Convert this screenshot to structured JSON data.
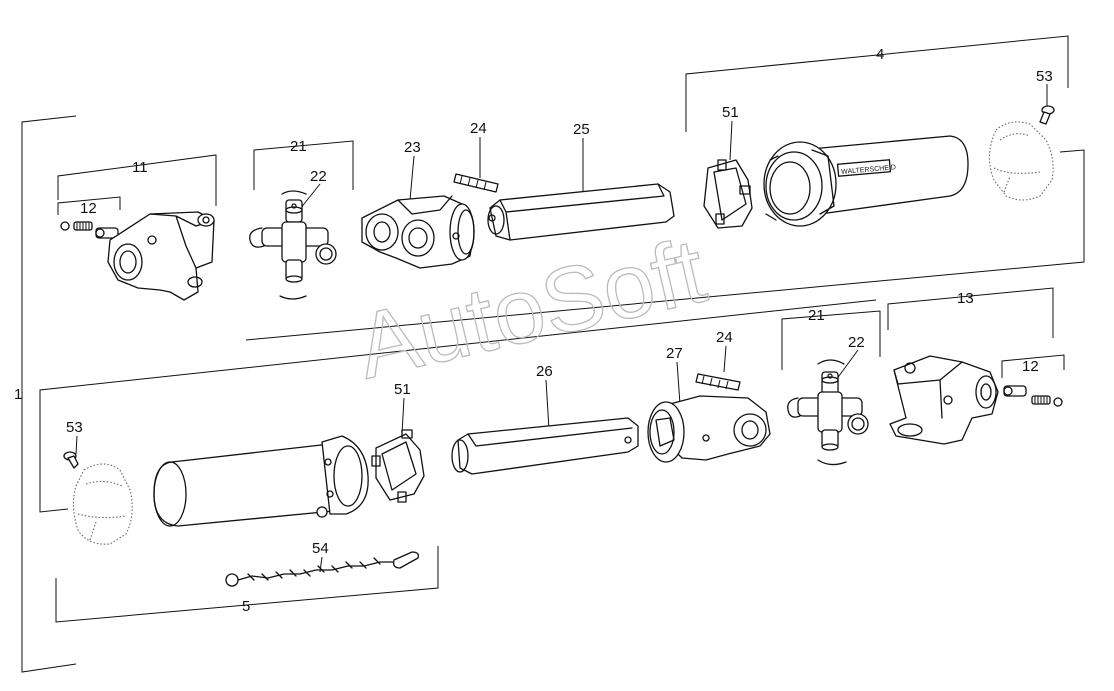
{
  "watermark": "AutoSoft",
  "brand_marking": "WALTERSCHEID",
  "labels": {
    "l1": "1",
    "l4": "4",
    "l5": "5",
    "l11": "11",
    "l12a": "12",
    "l12b": "12",
    "l13": "13",
    "l21a": "21",
    "l21b": "21",
    "l22a": "22",
    "l22b": "22",
    "l23": "23",
    "l24a": "24",
    "l24b": "24",
    "l25": "25",
    "l26": "26",
    "l27": "27",
    "l51a": "51",
    "l51b": "51",
    "l53a": "53",
    "l53b": "53",
    "l54": "54"
  }
}
